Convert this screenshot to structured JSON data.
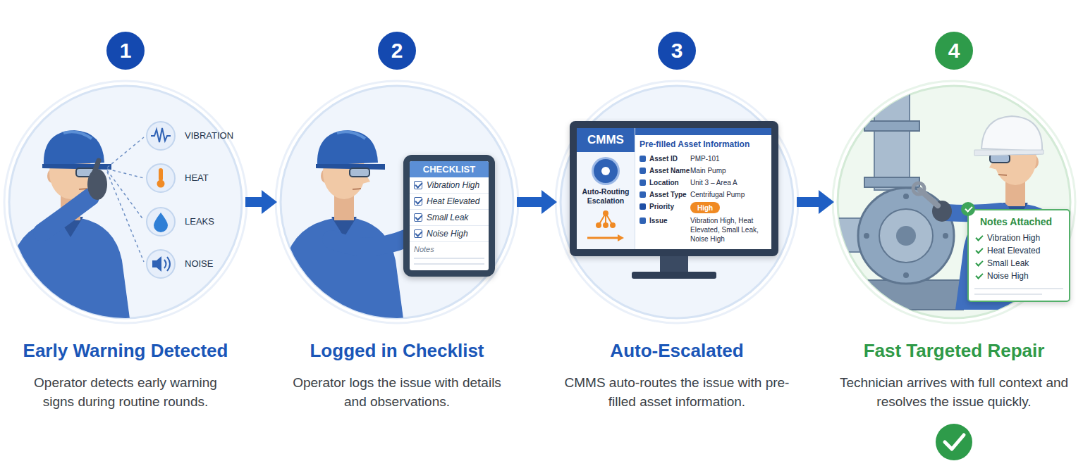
{
  "diagram": {
    "nodes": [
      {
        "text": [
          "1"
        ]
      },
      {
        "text": [
          "Early Warning Detected",
          "Operator detects early warning signs during routine rounds."
        ]
      },
      {
        "text": [
          "2"
        ]
      },
      {
        "text": [
          "Logged in Checklist",
          "Operator logs the issue with details and observations."
        ]
      },
      {
        "text": [
          "CHECKLIST",
          "Vibration High",
          "Heat Elevated",
          "Small Leak",
          "Noise High",
          "Notes"
        ],
        "in": 3
      },
      {
        "text": [
          "3"
        ]
      },
      {
        "text": [
          "Auto-Escalated",
          "CMMS auto-routes the issue with pre-filled asset information."
        ]
      },
      {
        "text": [
          "CMMS",
          "Auto-Routing Escalation",
          "Pre-filled Asset Information",
          "Asset ID",
          "PMP-101",
          "Asset Name",
          "Main Pump",
          "Location",
          "Unit 3 – Area A",
          "Asset Type",
          "Centrifugal Pump",
          "Priority",
          "Issue",
          "Vibration High, Heat Elevated, Small Leak, Noise High"
        ],
        "in": 6
      },
      {
        "text": [
          "High"
        ],
        "in": 7
      },
      {
        "text": [
          "4"
        ]
      },
      {
        "text": [
          "Fast Targeted Repair",
          "Technician arrives with full context and resolves the issue quickly."
        ]
      },
      {
        "text": [
          "Notes Attached",
          "Vibration High",
          "Heat Elevated",
          "Small Leak",
          "Noise High"
        ],
        "in": 10
      }
    ],
    "edges": [
      {
        "from": 1,
        "to": 3,
        "arrow": "to"
      },
      {
        "from": 3,
        "to": 6,
        "arrow": "to"
      },
      {
        "from": 6,
        "to": 10,
        "arrow": "to"
      }
    ],
    "labels": [
      "VIBRATION",
      "HEAT",
      "LEAKS",
      "NOISE"
    ]
  }
}
